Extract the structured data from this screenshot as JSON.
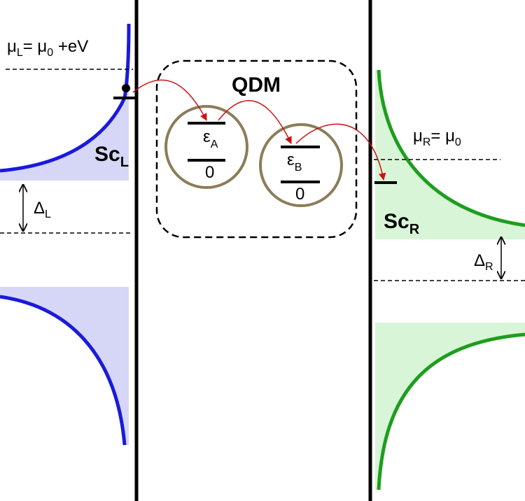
{
  "qdm": {
    "label": "QDM"
  },
  "left_lead": {
    "mu_label": "μ",
    "mu_sub": "L",
    "mu_eq": "= μ",
    "mu_eq_sub": "0",
    "mu_suffix": " +eV",
    "sc_label": "Sc",
    "sc_sub": "L",
    "gap_label": "Δ",
    "gap_sub": "L",
    "color": "#1a1adb",
    "fill": "#d6d6f7"
  },
  "right_lead": {
    "mu_label": "μ",
    "mu_sub": "R",
    "mu_eq": "= μ",
    "mu_eq_sub": "0",
    "sc_label": "Sc",
    "sc_sub": "R",
    "gap_label": "Δ",
    "gap_sub": "R",
    "color": "#1e9e1e",
    "fill": "#d8f5d8"
  },
  "dot_a": {
    "level_label": "ε",
    "level_sub": "A",
    "zero_label": "0"
  },
  "dot_b": {
    "level_label": "ε",
    "level_sub": "B",
    "zero_label": "0"
  },
  "colors": {
    "circle": "#8b7d5a",
    "arrow": "#cc1111",
    "barrier": "#000000"
  }
}
